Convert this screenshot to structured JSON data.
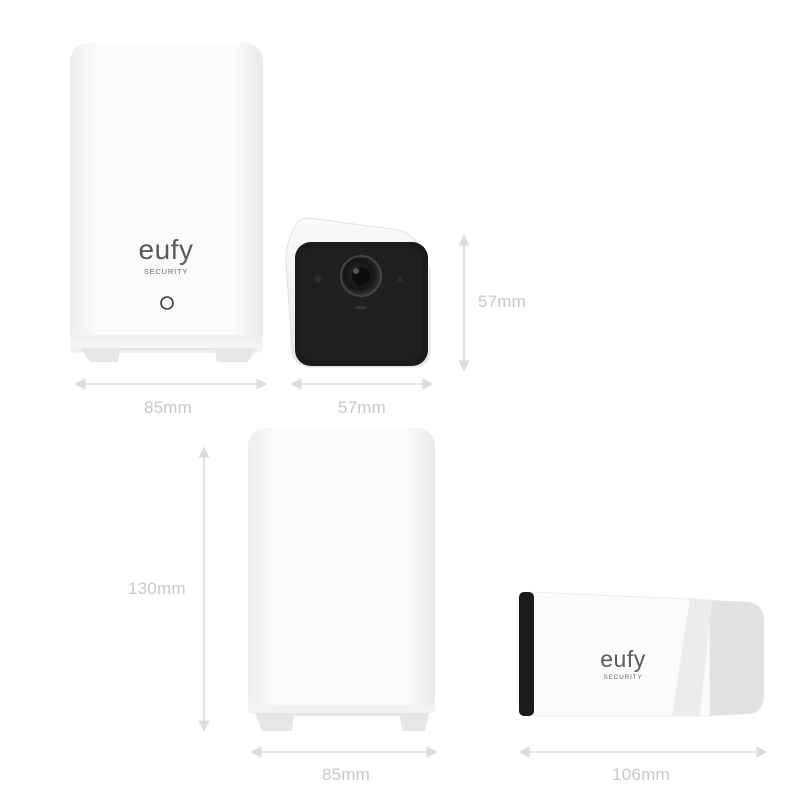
{
  "products": {
    "homebase_front": {
      "brand": "eufy",
      "sub_brand": "SECURITY"
    },
    "camera_side": {
      "brand": "eufy",
      "sub_brand": "SECURITY"
    }
  },
  "dimensions": {
    "homebase_front_width": "85mm",
    "camera_front_width": "57mm",
    "camera_front_height": "57mm",
    "homebase_side_height": "130mm",
    "homebase_side_width": "85mm",
    "camera_side_length": "106mm"
  },
  "colors": {
    "background": "#ffffff",
    "device_white": "#f7f7f7",
    "device_shadow": "#e6e6e6",
    "camera_face": "#1b1b1d",
    "dimension_line": "#dcdcdc",
    "dimension_text": "#c8c8c8"
  }
}
